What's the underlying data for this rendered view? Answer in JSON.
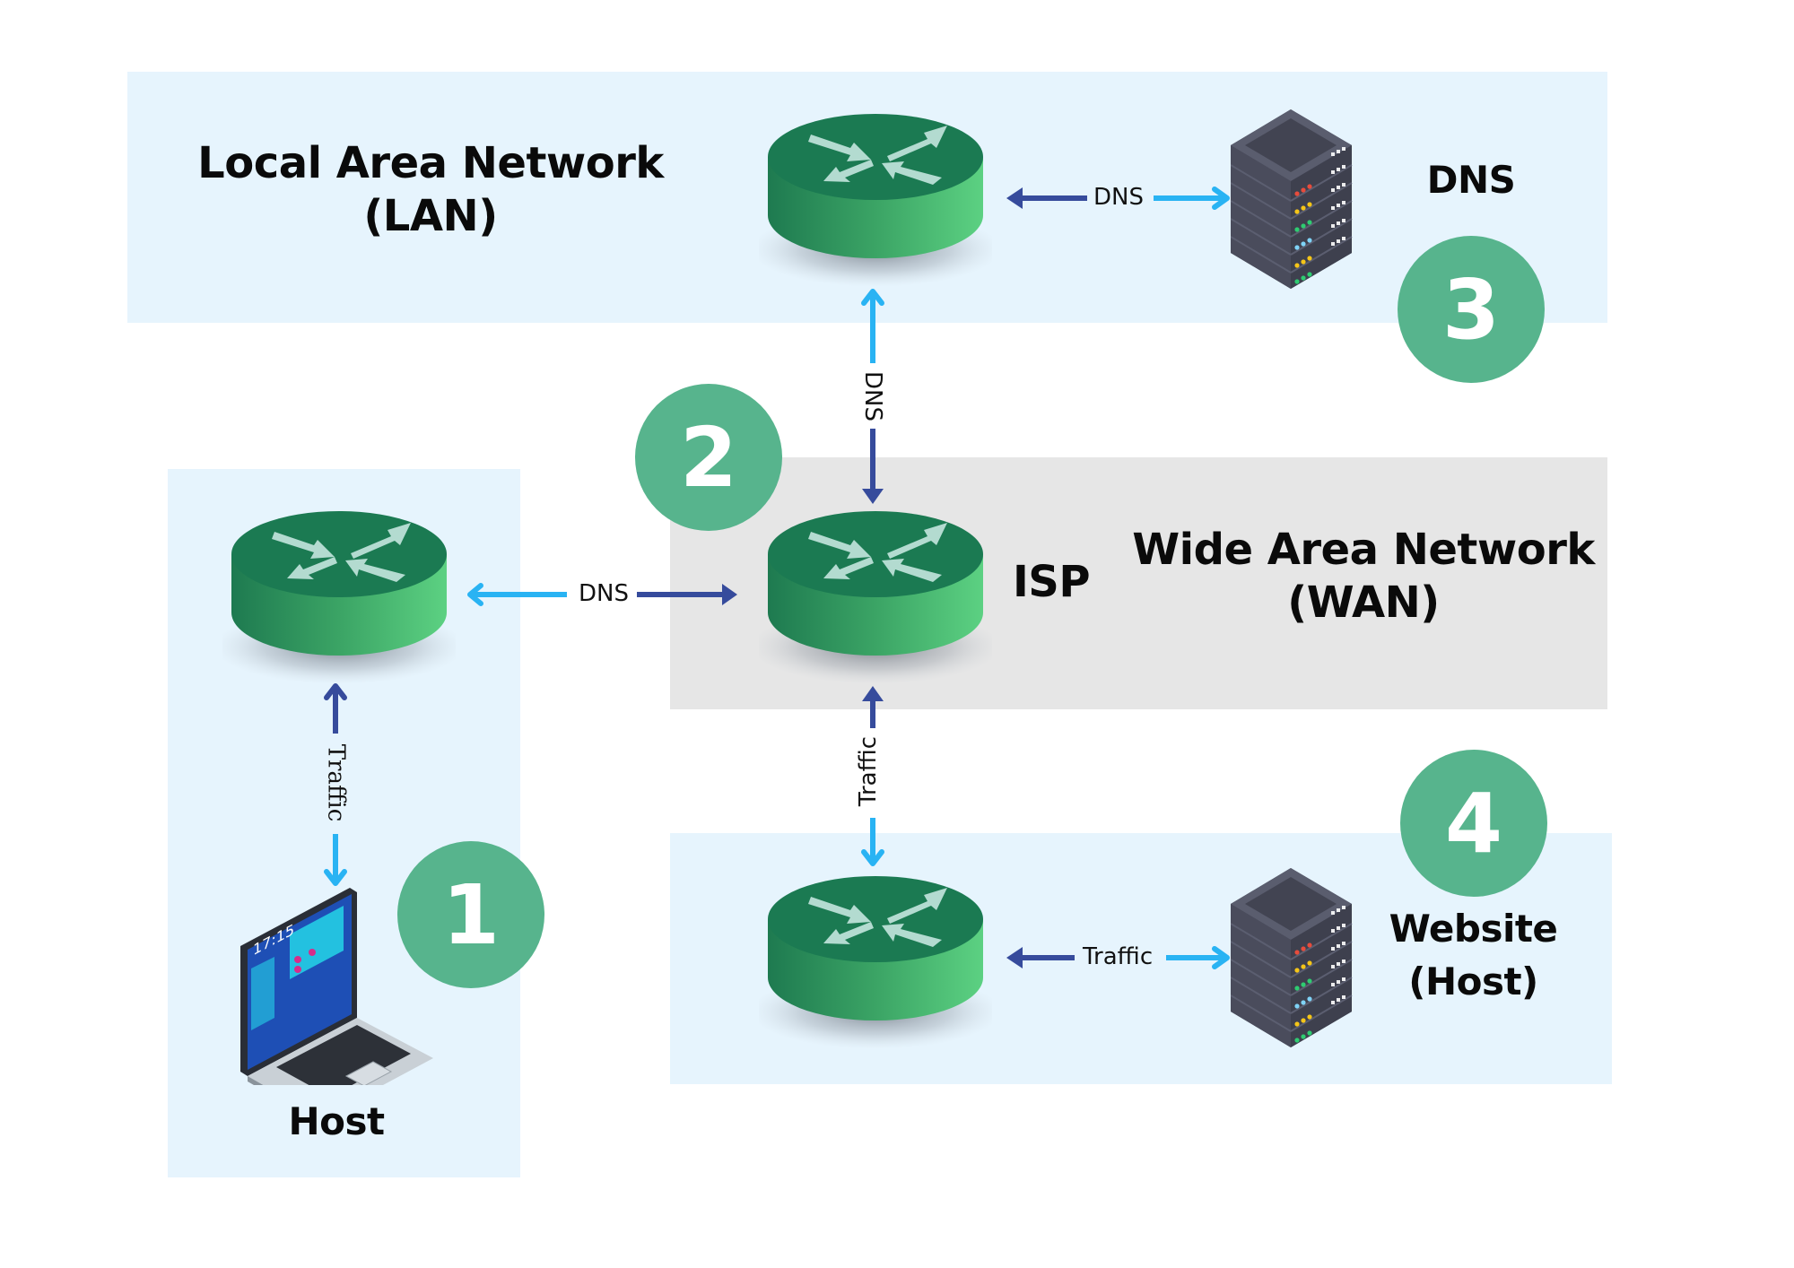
{
  "diagram": {
    "colors": {
      "lan_panel": "#e6f4fd",
      "wan_panel": "#e6e6e6",
      "badge": "#57b48d",
      "router_top": "#1b7a52",
      "router_side_dark": "#1e7a50",
      "router_side_light": "#5cd182",
      "arrow_dark": "#364b9c",
      "arrow_light": "#29b3f3",
      "server_body": "#4a4c5c"
    },
    "zones": {
      "lan": {
        "line1": "Local Area Network",
        "line2": "(LAN)"
      },
      "wan": {
        "line1": "Wide Area Network",
        "line2": "(WAN)"
      },
      "host": {
        "label": "Host"
      },
      "website": {
        "line1": "Website",
        "line2": "(Host)"
      }
    },
    "nodes": {
      "dns_server": {
        "label": "DNS"
      },
      "isp_router": {
        "label": "ISP"
      },
      "laptop": {
        "clock": "17:15"
      }
    },
    "steps": [
      {
        "number": "1"
      },
      {
        "number": "2"
      },
      {
        "number": "3"
      },
      {
        "number": "4"
      }
    ],
    "links": {
      "host_to_lan_router": "Traffic",
      "lan_router_to_isp": "DNS",
      "isp_to_dns_router": "DNS",
      "dns_router_to_dns_server": "DNS",
      "isp_to_website_router": "Traffic",
      "website_router_to_server": "Traffic"
    }
  }
}
